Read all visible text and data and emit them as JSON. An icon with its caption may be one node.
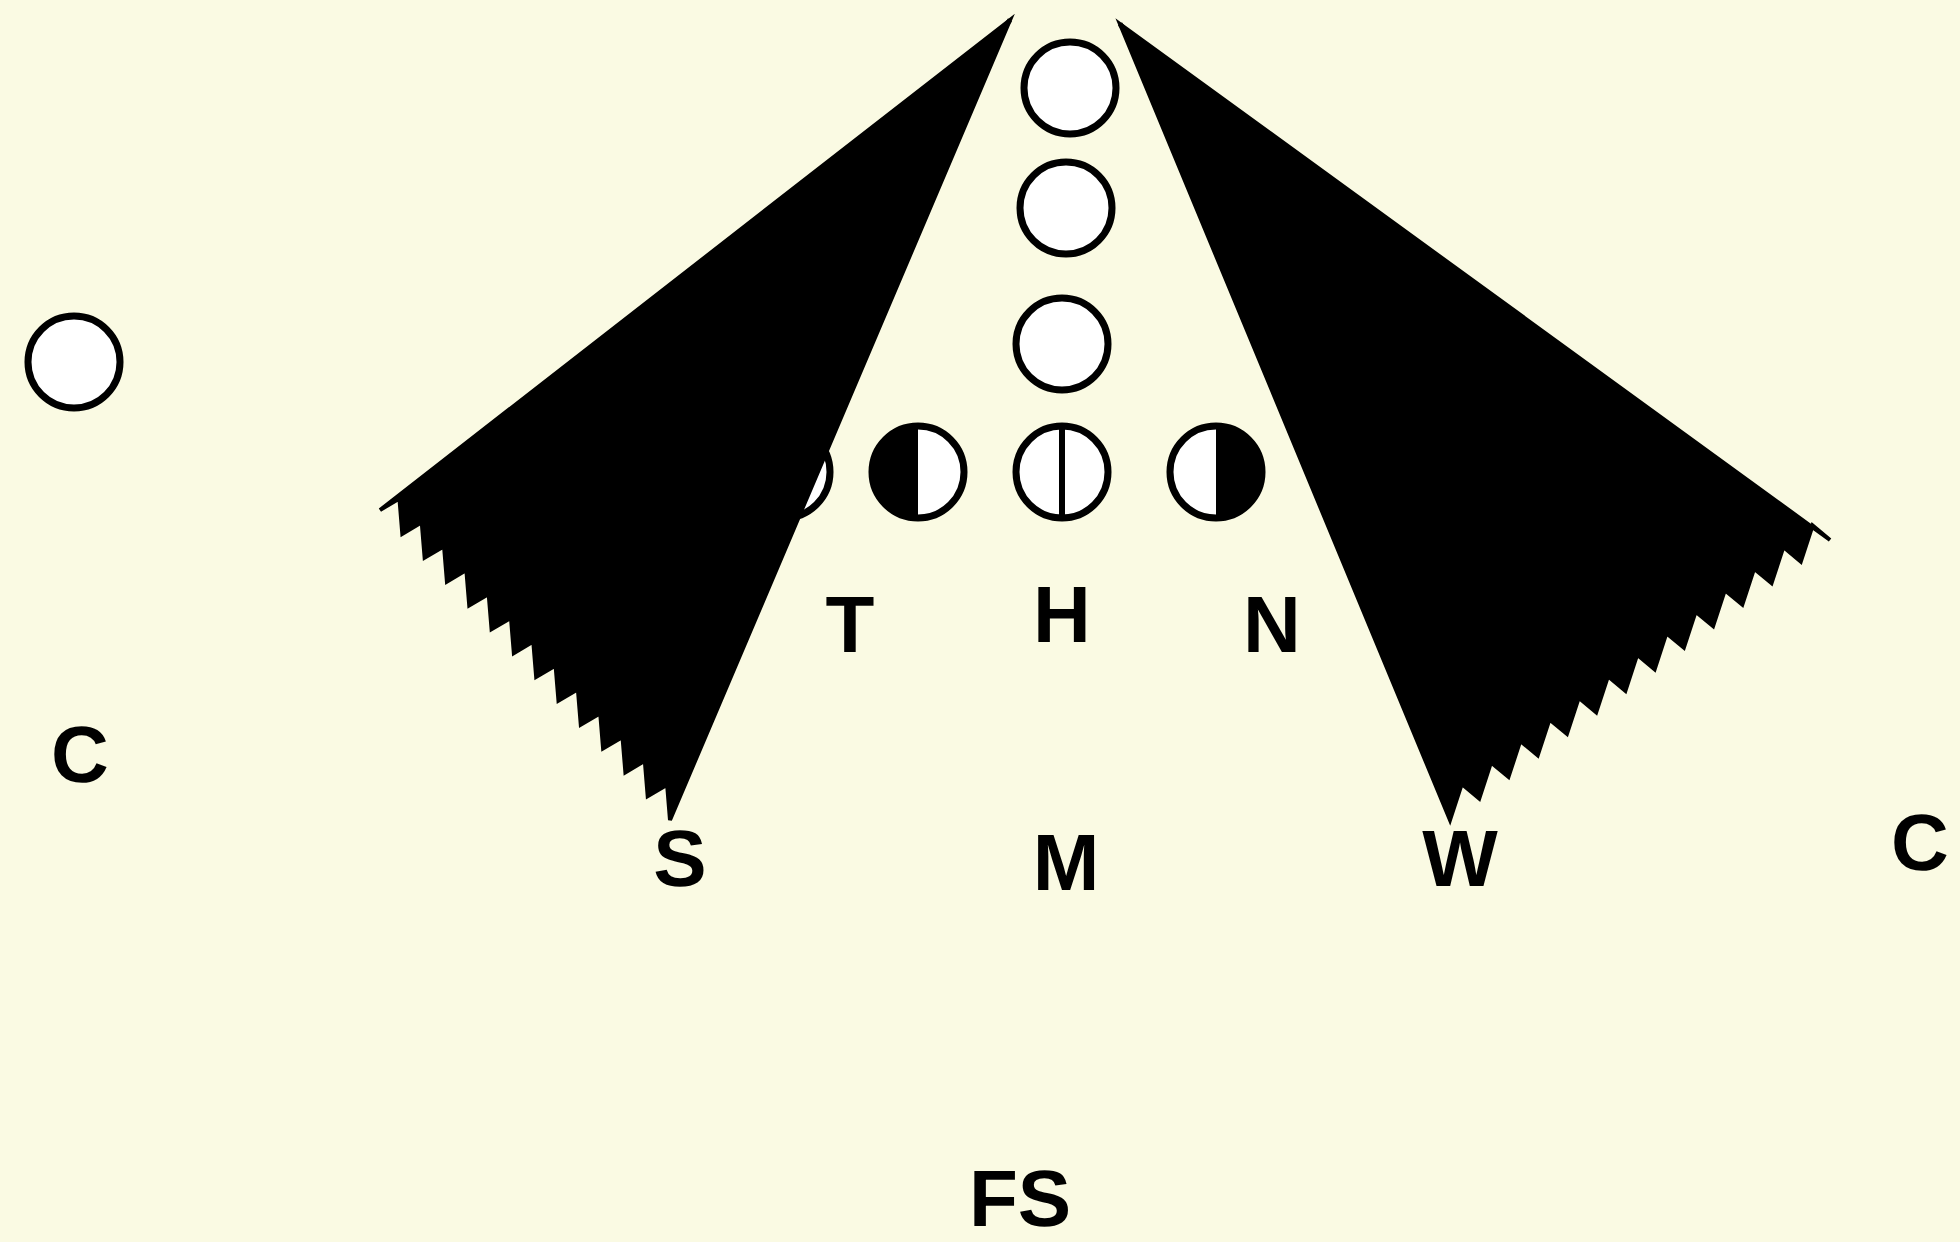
{
  "diagram": {
    "labels": [
      "T",
      "H",
      "N",
      "C",
      "S",
      "M",
      "W",
      "C",
      "FS"
    ]
  }
}
